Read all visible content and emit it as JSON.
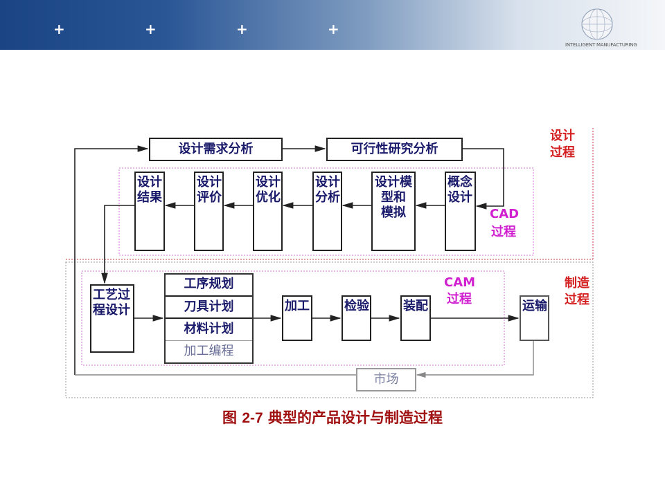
{
  "header": {
    "plus_marks": [
      "+",
      "+",
      "+",
      "+"
    ],
    "logo_text": "INTELLIGENT MANUFACTURING"
  },
  "design_stage": {
    "label": "设计\n过程",
    "requirement_analysis": "设计需求分析",
    "feasibility_analysis": "可行性研究分析",
    "cad_label": "CAD",
    "cad_sub": "过程",
    "steps": [
      "设计\n结果",
      "设计\n评价",
      "设计\n优化",
      "设计\n分析",
      "设计模\n型和\n模拟",
      "概念\n设计"
    ]
  },
  "manufacturing_stage": {
    "label": "制造\n过程",
    "cam_label": "CAM",
    "cam_sub": "过程",
    "process_design": "工艺过\n程设计",
    "plans": [
      "工序规划",
      "刀具计划",
      "材料计划",
      "加工编程"
    ],
    "machining": "加工",
    "inspection": "检验",
    "assembly": "装配",
    "transport": "运输",
    "market": "市场"
  },
  "caption": {
    "prefix": "图 ",
    "number": "2-7",
    "text": " 典型的产品设计与制造过程"
  },
  "colors": {
    "label_red": "#d42020",
    "cad_cam": "#d020d0",
    "caption": "#a01010",
    "text": "#1a1a6a"
  }
}
